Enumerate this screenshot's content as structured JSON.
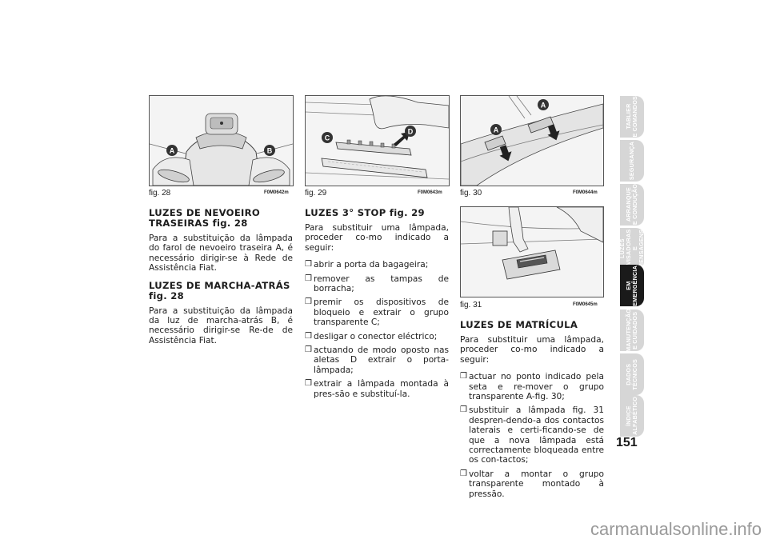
{
  "figures": [
    {
      "caption": "fig. 28",
      "code": "F0M0642m",
      "labels": [
        "A",
        "B"
      ]
    },
    {
      "caption": "fig. 29",
      "code": "F0M0643m",
      "labels": [
        "C",
        "D"
      ]
    },
    {
      "caption": "fig. 30",
      "code": "F0M0644m",
      "labels": [
        "A",
        "A"
      ]
    },
    {
      "caption": "fig. 31",
      "code": "F0M0645m"
    }
  ],
  "col1": {
    "h1": "LUZES DE NEVOEIRO TRASEIRAS fig. 28",
    "p1": "Para a substituição da lâmpada do farol de nevoeiro traseira A, é necessário dirigir-se à Rede de Assistência Fiat.",
    "h2": "LUZES DE MARCHA-ATRÁS fig. 28",
    "p2": "Para a substituição da lâmpada da luz de marcha-atrás B, é necessário dirigir-se Re-de de Assistência Fiat."
  },
  "col2": {
    "h": "LUZES 3° STOP fig. 29",
    "p": "Para substituir uma lâmpada, proceder co-mo indicado a seguir:",
    "items": [
      "abrir a porta da bagageira;",
      "remover as tampas de borracha;",
      "premir os dispositivos de bloqueio e extrair o grupo transparente C;",
      "desligar o conector eléctrico;",
      "actuando de modo oposto nas aletas D extrair o porta-lâmpada;",
      "extrair a lâmpada montada à pres-são e substituí-la."
    ]
  },
  "col3": {
    "h": "LUZES DE MATRÍCULA",
    "p": "Para substituir uma lâmpada, proceder co-mo indicado a seguir:",
    "items": [
      "actuar no ponto indicado pela seta e re-mover o grupo transparente A-fig. 30;",
      "substituir a lâmpada fig. 31 despren-dendo-a dos contactos laterais e certi-ficando-se de que a nova lâmpada está correctamente bloqueada entre os con-tactos;",
      "voltar a montar o grupo transparente montado à pressão."
    ]
  },
  "bullet_glyph": "❒",
  "tabs": [
    {
      "label": "TABLIER\nE COMANDOS",
      "active": false
    },
    {
      "label": "SEGURANÇA",
      "active": false
    },
    {
      "label": "ARRANQUE\nE CONDUÇÃO",
      "active": false
    },
    {
      "label": "LUZES\nAVISADORAS\nE MENSAGENS",
      "active": false
    },
    {
      "label": "EM\nEMERGÊNCIA",
      "active": true
    },
    {
      "label": "MANUTENÇÃO\nE CUIDADOS",
      "active": false
    },
    {
      "label": "DADOS\nTÉCNICOS",
      "active": false
    },
    {
      "label": "ÍNDICE\nALFABÉTICO",
      "active": false
    }
  ],
  "page_number": "151",
  "watermark": "carmanualsonline.info"
}
